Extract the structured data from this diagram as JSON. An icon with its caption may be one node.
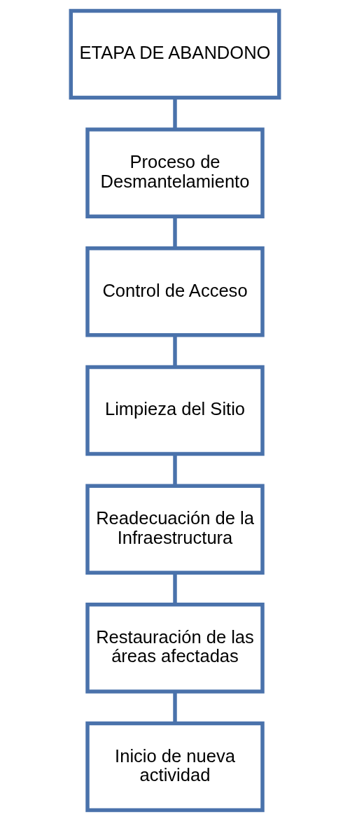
{
  "diagram": {
    "nodes": [
      {
        "text": [
          "ETAPA DE ABANDONO"
        ]
      },
      {
        "text": [
          "Proceso de Desmantelamiento"
        ]
      },
      {
        "text": [
          "Control de Acceso"
        ]
      },
      {
        "text": [
          "Limpieza del Sitio"
        ]
      },
      {
        "text": [
          "Readecuación de la Infraestructura"
        ]
      },
      {
        "text": [
          "Restauración de las áreas afectadas"
        ]
      },
      {
        "text": [
          "Inicio de nueva actividad"
        ]
      }
    ],
    "edges": [
      {
        "from": 0,
        "to": 1,
        "arrow": "none"
      },
      {
        "from": 1,
        "to": 2,
        "arrow": "none"
      },
      {
        "from": 2,
        "to": 3,
        "arrow": "none"
      },
      {
        "from": 3,
        "to": 4,
        "arrow": "none"
      },
      {
        "from": 4,
        "to": 5,
        "arrow": "none"
      },
      {
        "from": 5,
        "to": 6,
        "arrow": "none"
      }
    ]
  }
}
